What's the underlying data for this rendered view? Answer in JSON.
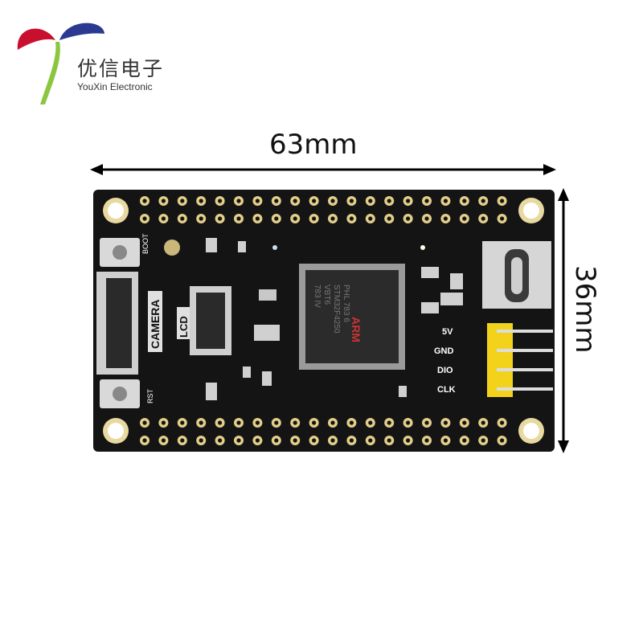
{
  "brand": {
    "name_cn": "优信电子",
    "name_en": "YouXin Electronic",
    "logo_icon": "youxin-logo-icon",
    "logo_colors": [
      "#c8102e",
      "#2b3990",
      "#8cc63f"
    ]
  },
  "dimensions": {
    "width_label": "63mm",
    "height_label": "36mm"
  },
  "board": {
    "pcb_color": "#141414",
    "silkscreen": {
      "boot": "BOOT",
      "rst": "RST",
      "camera": "CAMERA",
      "lcd": "LCD",
      "arm": "ARM"
    },
    "chip_marking": [
      "STM32F4250",
      "VBT6",
      "783 IV",
      "PHL 783 6"
    ],
    "swd_pins": [
      "5V",
      "GND",
      "DIO",
      "CLK"
    ],
    "header_color": "#f2d21a"
  }
}
